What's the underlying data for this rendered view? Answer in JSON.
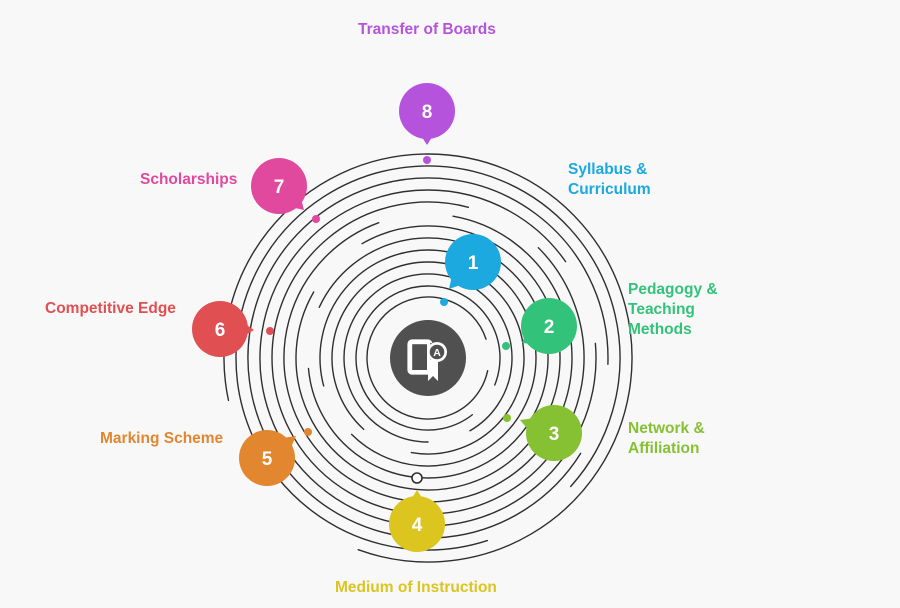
{
  "center_icon": "certificate-tablet-icon",
  "center_icon_letter": "A",
  "colors": {
    "ring": "#2f2f2f",
    "center": "#505050",
    "background": "#f8f8f8"
  },
  "items": [
    {
      "number": "1",
      "label": "Syllabus &\nCurriculum",
      "color": "#1ba9df"
    },
    {
      "number": "2",
      "label": "Pedagogy &\nTeaching\nMethods",
      "color": "#33c27a"
    },
    {
      "number": "3",
      "label": "Network &\nAffiliation",
      "color": "#86c033"
    },
    {
      "number": "4",
      "label": "Medium of Instruction",
      "color": "#dcc51f"
    },
    {
      "number": "5",
      "label": "Marking Scheme",
      "color": "#e2862f"
    },
    {
      "number": "6",
      "label": "Competitive Edge",
      "color": "#e04f52"
    },
    {
      "number": "7",
      "label": "Scholarships",
      "color": "#e0499e"
    },
    {
      "number": "8",
      "label": "Transfer of Boards",
      "color": "#b653dd"
    }
  ]
}
